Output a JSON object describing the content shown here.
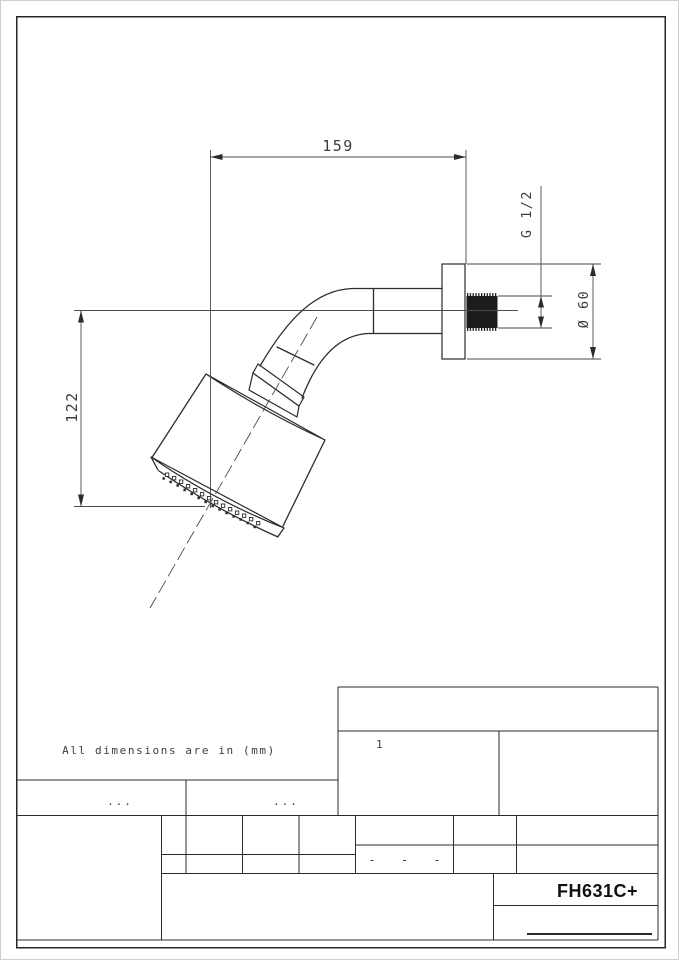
{
  "document_type": "technical-drawing",
  "drawing": {
    "dimensions": {
      "arm_length": "159",
      "head_height": "122",
      "thread_size": "G 1/2",
      "flange_diameter": "Ø 60"
    },
    "note": "All dimensions are in (mm)"
  },
  "title_block": {
    "sheet_number": "1",
    "revision_cells": [
      "...",
      "..."
    ],
    "tolerance": "-  -  -",
    "model_code": "FH631C+"
  },
  "colors": {
    "background": "#ffffff",
    "line": "#2b2b2b",
    "dim_text": "#3d3d3d",
    "thread_fill": "#1c1c1c"
  }
}
